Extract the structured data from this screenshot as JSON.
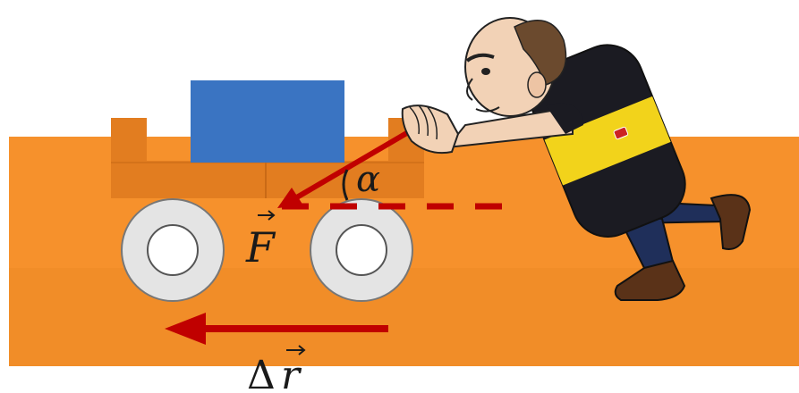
{
  "labels": {
    "force": "F",
    "angle": "α",
    "displacement_delta": "Δ",
    "displacement_r": "r"
  },
  "colors": {
    "panel": "#f6912c",
    "cart_body": "#e27d20",
    "cart_shadow": "#c96a16",
    "block": "#3a74c2",
    "wheel_outer": "#e4e4e4",
    "wheel_inner": "#ffffff",
    "arrow": "#c00000",
    "shirt_black": "#1b1b22",
    "shirt_yellow": "#f2d31b",
    "skin": "#f2d2b6",
    "hair": "#6b4a2e",
    "pants": "#1f2f5a",
    "shoes": "#5a3218"
  },
  "icons": {
    "person": "man-pushing-cart-illustration",
    "force_arrow": "force-vector-arrow",
    "displacement_arrow": "displacement-vector-arrow"
  }
}
